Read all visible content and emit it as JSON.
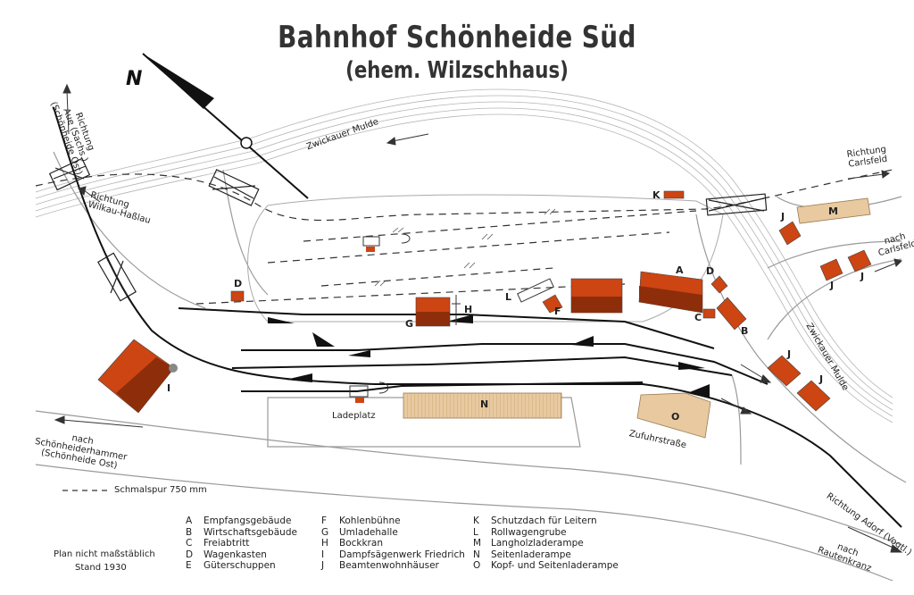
{
  "title": "Bahnhof Schönheide Süd",
  "subtitle": "(ehem. Wilzschhaus)",
  "north": "N",
  "labels": {
    "river_top": "Zwickauer Mulde",
    "river_right": "Zwickauer Mulde",
    "dir_aue": "Richtung\nAue (Sachs.)\n(Schönheide Ost)",
    "dir_wilkau": "Richtung\nWilkau-Haßlau",
    "dir_carlsfeld_top": "Richtung\nCarlsfeld",
    "dir_carlsfeld_right": "nach\nCarlsfeld",
    "dir_schoenheiderhammer": "nach\nSchönheiderhammer\n(Schönheide Ost)",
    "dir_adorf": "Richtung Adorf (Vogtl.)",
    "dir_rautenkranz": "nach\nRautenkranz",
    "ladeplatz": "Ladeplatz",
    "zufuhrstrasse": "Zufuhrstraße",
    "schmalspur": "Schmalspur 750 mm",
    "plan_note": "Plan nicht maßstäblich",
    "stand": "Stand 1930"
  },
  "buildings": {
    "A": "A",
    "B": "B",
    "C": "C",
    "D1": "D",
    "D2": "D",
    "F": "F",
    "G": "G",
    "H": "H",
    "I": "I",
    "J1": "J",
    "J2": "J",
    "J3": "J",
    "J4": "J",
    "J5": "J",
    "K": "K",
    "L": "L",
    "M": "M",
    "N": "N",
    "O": "O"
  },
  "legend": [
    {
      "key": "A",
      "text": "Empfangsgebäude"
    },
    {
      "key": "B",
      "text": "Wirtschaftsgebäude"
    },
    {
      "key": "C",
      "text": "Freiabtritt"
    },
    {
      "key": "D",
      "text": "Wagenkasten"
    },
    {
      "key": "E",
      "text": "Güterschuppen"
    },
    {
      "key": "F",
      "text": "Kohlenbühne"
    },
    {
      "key": "G",
      "text": "Umladehalle"
    },
    {
      "key": "H",
      "text": "Bockkran"
    },
    {
      "key": "I",
      "text": "Dampfsägenwerk Friedrich"
    },
    {
      "key": "J",
      "text": "Beamtenwohnhäuser"
    },
    {
      "key": "K",
      "text": "Schutzdach für Leitern"
    },
    {
      "key": "L",
      "text": "Rollwagengrube"
    },
    {
      "key": "M",
      "text": "Langholzladerampe"
    },
    {
      "key": "N",
      "text": "Seitenladerampe"
    },
    {
      "key": "O",
      "text": "Kopf- und Seitenladerampe"
    }
  ],
  "colors": {
    "building_red": "#cc4512",
    "building_dark": "#8e2d0a",
    "ramp_tan": "#e8c9a0",
    "track": "#111111",
    "road": "#9a9a9a"
  }
}
